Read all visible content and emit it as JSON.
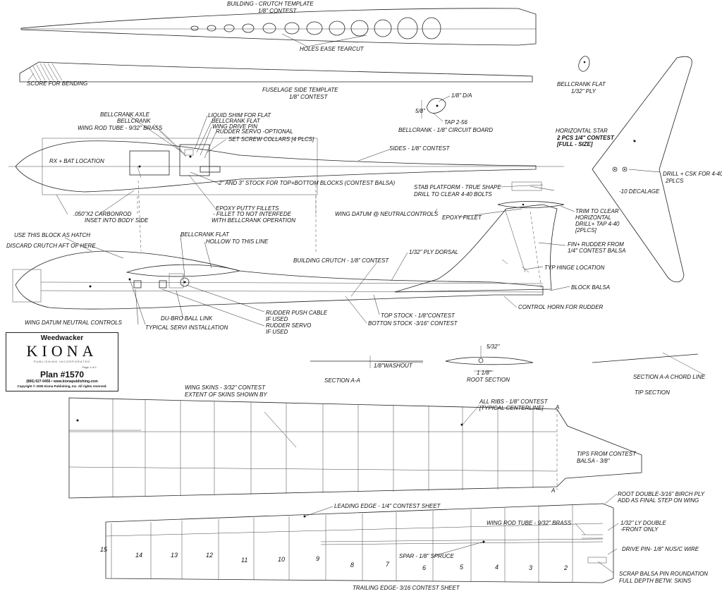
{
  "labels": {
    "crutch_title": "BUILDING - CRUTCH TEMPLATE",
    "crutch_material": "1/8\" CONTEST",
    "holes": "HOLES EASE TEARCUT",
    "score": "SCORE FOR BENDING",
    "fuse_title": "FUSELAGE SIDE TEMPLATE",
    "fuse_material": "1/8\" CONTEST",
    "bellcrank_flat_title": "BELLCRANK FLAT",
    "bellcrank_flat_mat": "1/32\" PLY",
    "bellcrank_da": "1/8\" D/A",
    "bellcrank_dim": "5/8\"",
    "tap": "TAP 2-56",
    "bellcrank_board": "BELLCRANK - 1/8\" CIRCUIT BOARD",
    "hstab_title": "HORIZONTAL STAR",
    "hstab_qty": "2 PCS 1/4\" CONTEST",
    "hstab_size": "[FULL - SIZE]",
    "drill_csk": "DRILL + CSK FOR 4-40",
    "drill_plcs": "2PLCS",
    "decalage": "-10  DECALAGE",
    "stab_platform": "STAB PLATFORM - TRUE SHAPE",
    "drill_clear": "DRILL TO CLEAR 4-40 BOLTS",
    "bellcrank_axle": "BELLCRANK AXLE",
    "bellcrank": "BELLCRANK",
    "wing_rod_tube": "WING ROD TUBE - 9/32\" BRASS",
    "liquid_shim": "LIQUID SHIM FOR FLAT",
    "bellcrank_flat2": "BELLCRANK FLAT",
    "wing_drive_pin": "WING DRIVE PIN",
    "rudder_servo_opt": "RUDDER SERVO -OPTIONAL",
    "set_screw": "SET SCREW COLLARS [4 PLCS]",
    "rx_bat": "RX + BAT LOCATION",
    "sides": "SIDES - 1/8\" CONTEST",
    "stock_blocks": "2\" AND 3\" STOCK FOR TOP+BOTTOM BLOCKS (CONTEST BALSA)",
    "epoxy_putty": "EPOXY PUTTY FILLETS",
    "fillet_not": "- FILLET TO NOT INTERFEDE",
    "with_bellcrank": "WITH BELLCRANK OPERATION",
    "carbon_rod": ".050\"X2 CARBONROD",
    "inset": "INSET INTO BODY SIDE",
    "wing_datum": "WING DATUM @ NEUTRALCONTROLS",
    "epoxy_fillet": "EPOXY FILLET",
    "trim_clear": "TRIM TO CLEAR",
    "horizontal": "HORIZONTAL",
    "drill_tap": "DRILL+ TAP 4-40",
    "plcs2": "[2PLCS]",
    "fin_rudder": "FIN+ RUDDER FROM",
    "fin_balsa": "1/4\" CONTEST BALSA",
    "typ_hinge": "TYP HINGE LOCATION",
    "block_balsa": "BLOCK BALSA",
    "control_horn": "CONTROL HORN FOR RUDDER",
    "use_block": "USE THIS BLOCK AS HATCH",
    "discard_crutch": "DISCARD CRUTCH AFT OF HERE",
    "bellcrank_flat3": "BELLCRANK FLAT",
    "hollow": "HOLLOW TO THIS LINE",
    "building_crutch": "BUILDING CRUTCH - 1/8\" CONTEST",
    "ply_dorsal": "1/32\" PLY DORSAL",
    "wing_datum_neutral": "WING DATUM NEUTRAL CONTROLS",
    "typical_servo": "TYPICAL SERVI INSTALLATION",
    "dubro": "DU-BRO BALL LINK",
    "rudder_push": "RUDDER PUSH CABLE",
    "if_used1": "IF USED",
    "rudder_servo": "RUDDER SERVO",
    "if_used2": "IF USED",
    "top_stock": "TOP STOCK - 1/8\"CONTEST",
    "bottom_stock": "BOTTON STOCK -3/16\" CONTEST",
    "washout": "1/8\"WASHOUT",
    "section_aa": "SECTION A-A",
    "root_dim": "5/32\"",
    "root_dim2": "1 1/8\"",
    "root_section": "ROOT SECTION",
    "chord_line": "SECTION A-A CHORD LINE",
    "tip_section": "TIP SECTION",
    "wing_skins": "WING SKINS - 3/32\" CONTEST",
    "extent_skins": "EXTENT OF SKINS SHOWN BY",
    "all_ribs": "ALL RIBS - 1/8\" CONTEST",
    "typ_centerline": "[TYPICAL CENTERLINE]",
    "tips_contest": "TIPS FROM CONTEST",
    "tips_balsa": "BALSA - 3/8\"",
    "a_mark1": "A",
    "a_mark2": "A",
    "leading_edge": "LEADING EDGE - 1/4\" CONTEST SHEET",
    "root_double": "ROOT DOUBLE-3/16\" BIRCH PLY",
    "add_final": "ADD AS FINAL STEP ON WING",
    "wing_rod_tube2": "WING ROD TUBE - 9/32\" BRASS",
    "ply_double": "1/32\" LY DOUBLE",
    "front_only": "-FRONT ONLY",
    "spar": "SPAR - 1/8\" SPRUCE",
    "drive_pin": "DRIVE PIN- 1/8\" NUS/C WIRE",
    "scrap_balsa": "SCRAP BALSA PIN ROUNDATION",
    "full_depth": "FULL DEPTH BETW. SKINS",
    "trailing_edge": "TRAILING EDGE- 3/16 CONTEST SHEET"
  },
  "rib_numbers": [
    "15",
    "14",
    "13",
    "12",
    "11",
    "10",
    "9",
    "8",
    "7",
    "6",
    "5",
    "4",
    "3",
    "2"
  ],
  "title_block": {
    "name": "Weedwacker",
    "logo": "KIONA",
    "subtitle": "PUBLISHING INCORPORATED",
    "page": "Page 1 of 1",
    "plan": "Plan #1570",
    "phone": "(866) 627-0456 • www.kionapublishing.com",
    "copyright": "Copyright © 2005 Kiona Publishing, Inc. All rights reserved."
  }
}
